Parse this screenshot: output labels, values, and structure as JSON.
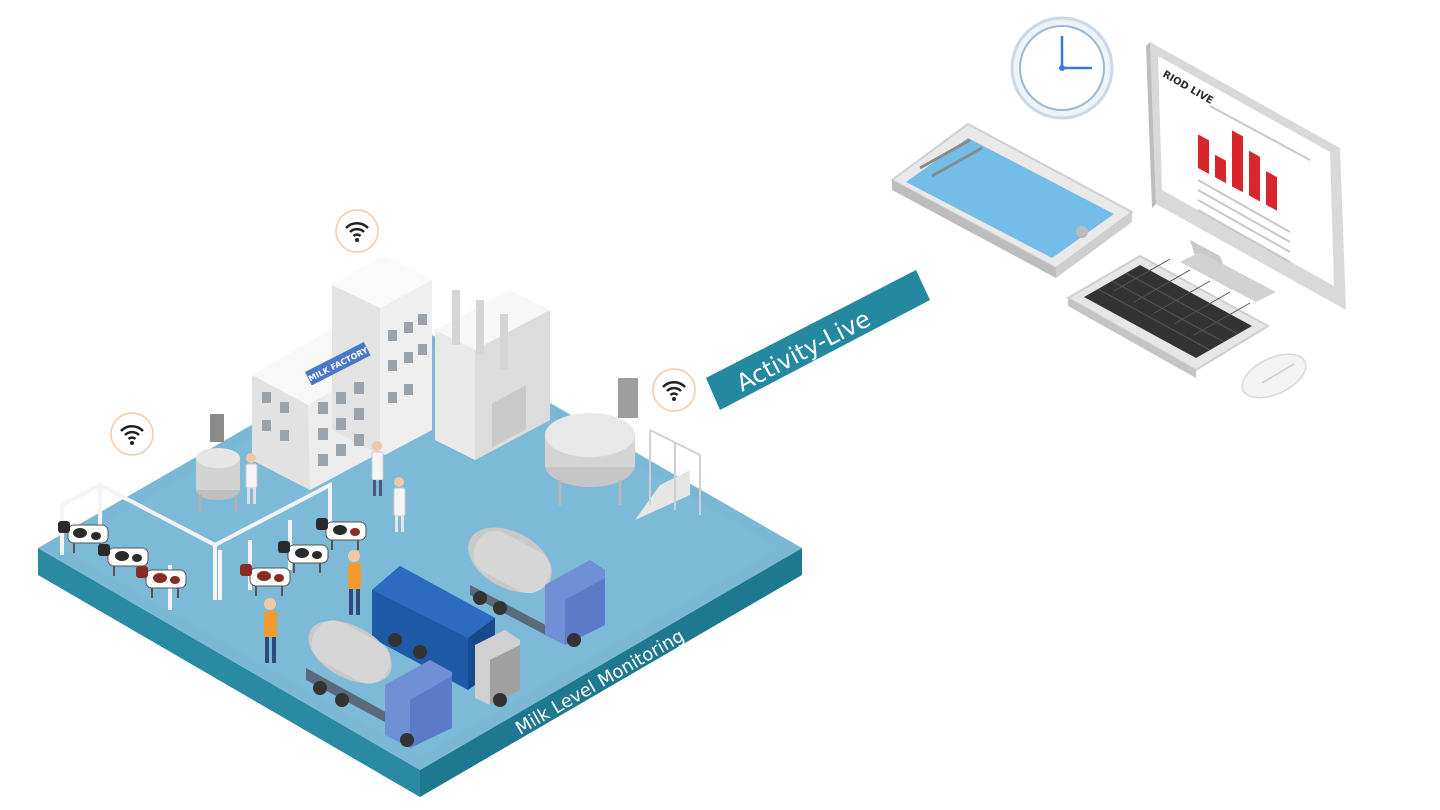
{
  "labels": {
    "activity": "Activity-Live",
    "platform": "Milk Level Monitoring",
    "factory_sign": "MILK FACTORY",
    "monitor_brand": "RIOD LIVE"
  },
  "colors": {
    "teal": "#2388a0",
    "platform_top": "#7ab8d6",
    "platform_side": "#2a8aa3",
    "tablet_screen": "#74bde8",
    "bar_red": "#d8262c",
    "truck_blue": "#1f5aa6",
    "building": "#f0f0f0"
  },
  "icons": {
    "wifi": "wifi-icon",
    "clock": "clock-icon"
  },
  "monitor_chart": {
    "type": "bar",
    "values": [
      3,
      2,
      5,
      4,
      3
    ]
  }
}
